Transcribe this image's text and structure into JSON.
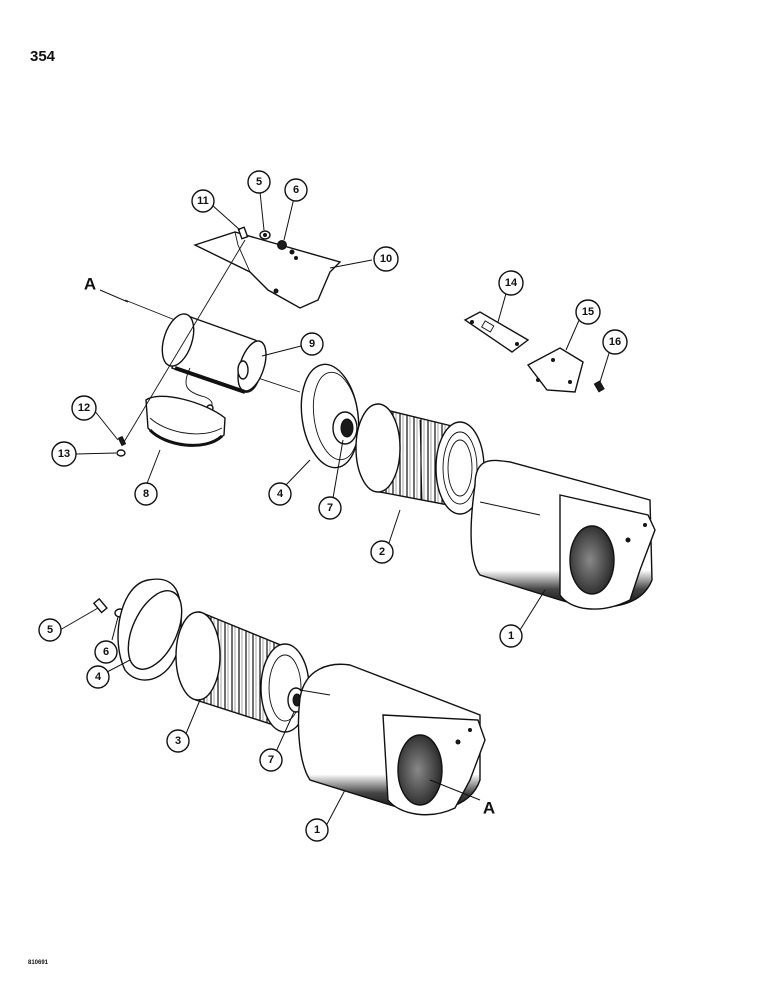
{
  "page_number": "354",
  "reference_code": "810691",
  "callouts": {
    "c1": "1",
    "c2": "2",
    "c3": "3",
    "c4": "4",
    "c5": "5",
    "c6": "6",
    "c7": "7",
    "c8": "8",
    "c9": "9",
    "c10": "10",
    "c11": "11",
    "c12": "12",
    "c13": "13",
    "c14": "14",
    "c15": "15",
    "c16": "16"
  },
  "marker": "A"
}
